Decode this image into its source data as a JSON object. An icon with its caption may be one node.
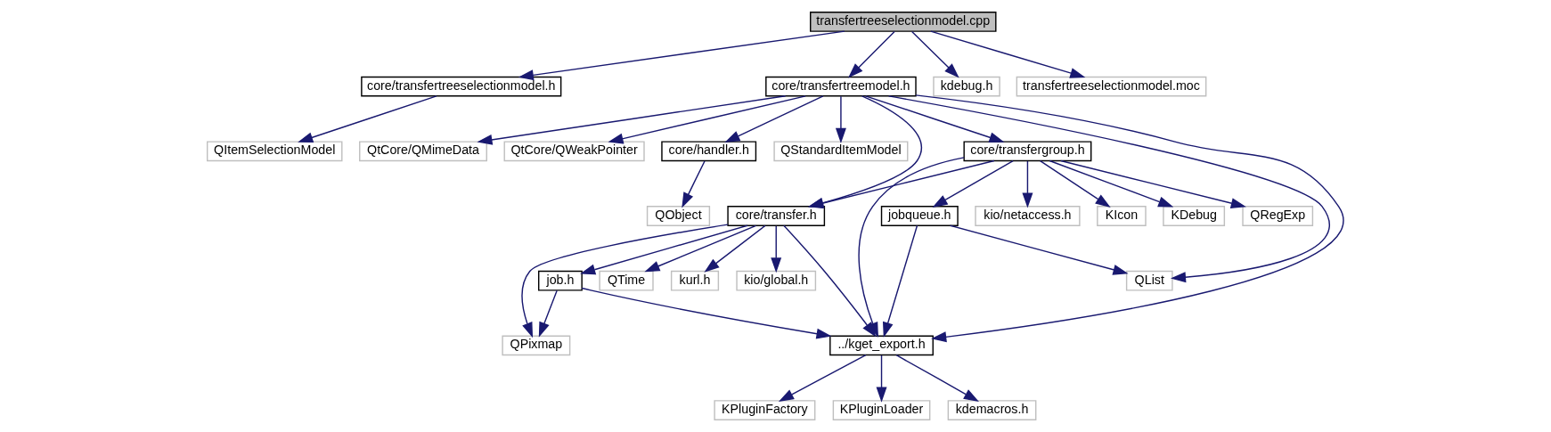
{
  "diagram": {
    "nodes": [
      {
        "text": [
          "transfertreeselectionmodel.cpp"
        ]
      },
      {
        "text": [
          "core/transfertreeselectionmodel.h"
        ]
      },
      {
        "text": [
          "core/transfertreemodel.h"
        ]
      },
      {
        "text": [
          "kdebug.h"
        ]
      },
      {
        "text": [
          "transfertreeselectionmodel.moc"
        ]
      },
      {
        "text": [
          "QItemSelectionModel"
        ]
      },
      {
        "text": [
          "core/transfergroup.h"
        ]
      },
      {
        "text": [
          "QtCore/QMimeData"
        ]
      },
      {
        "text": [
          "QtCore/QWeakPointer"
        ]
      },
      {
        "text": [
          "core/handler.h"
        ]
      },
      {
        "text": [
          "QStandardItemModel"
        ]
      },
      {
        "text": [
          "core/transfer.h"
        ]
      },
      {
        "text": [
          "jobqueue.h"
        ]
      },
      {
        "text": [
          "KIcon"
        ]
      },
      {
        "text": [
          "KDebug"
        ]
      },
      {
        "text": [
          "QRegExp"
        ]
      },
      {
        "text": [
          "kio/netaccess.h"
        ]
      },
      {
        "text": [
          "QObject"
        ]
      },
      {
        "text": [
          "job.h"
        ]
      },
      {
        "text": [
          "QTime"
        ]
      },
      {
        "text": [
          "kurl.h"
        ]
      },
      {
        "text": [
          "kio/global.h"
        ]
      },
      {
        "text": [
          "QList"
        ]
      },
      {
        "text": [
          "QPixmap"
        ]
      },
      {
        "text": [
          "../kget_export.h"
        ]
      },
      {
        "text": [
          "KPluginFactory"
        ]
      },
      {
        "text": [
          "KPluginLoader"
        ]
      },
      {
        "text": [
          "kdemacros.h"
        ]
      }
    ],
    "edges": [
      {
        "from": 0,
        "to": 1,
        "arrow": "to"
      },
      {
        "from": 0,
        "to": 2,
        "arrow": "to"
      },
      {
        "from": 0,
        "to": 3,
        "arrow": "to"
      },
      {
        "from": 0,
        "to": 4,
        "arrow": "to"
      },
      {
        "from": 1,
        "to": 5,
        "arrow": "to"
      },
      {
        "from": 2,
        "to": 11,
        "arrow": "to"
      },
      {
        "from": 2,
        "to": 6,
        "arrow": "to"
      },
      {
        "from": 2,
        "to": 22,
        "arrow": "to"
      },
      {
        "from": 2,
        "to": 24,
        "arrow": "to"
      },
      {
        "from": 2,
        "to": 7,
        "arrow": "to"
      },
      {
        "from": 2,
        "to": 8,
        "arrow": "to"
      },
      {
        "from": 2,
        "to": 9,
        "arrow": "to"
      },
      {
        "from": 2,
        "to": 10,
        "arrow": "to"
      },
      {
        "from": 6,
        "to": 11,
        "arrow": "to"
      },
      {
        "from": 6,
        "to": 24,
        "arrow": "to"
      },
      {
        "from": 6,
        "to": 12,
        "arrow": "to"
      },
      {
        "from": 6,
        "to": 13,
        "arrow": "to"
      },
      {
        "from": 6,
        "to": 14,
        "arrow": "to"
      },
      {
        "from": 6,
        "to": 15,
        "arrow": "to"
      },
      {
        "from": 6,
        "to": 16,
        "arrow": "to"
      },
      {
        "from": 9,
        "to": 17,
        "arrow": "to"
      },
      {
        "from": 11,
        "to": 23,
        "arrow": "to"
      },
      {
        "from": 11,
        "to": 18,
        "arrow": "to"
      },
      {
        "from": 11,
        "to": 19,
        "arrow": "to"
      },
      {
        "from": 11,
        "to": 20,
        "arrow": "to"
      },
      {
        "from": 11,
        "to": 21,
        "arrow": "to"
      },
      {
        "from": 11,
        "to": 24,
        "arrow": "to"
      },
      {
        "from": 12,
        "to": 24,
        "arrow": "to"
      },
      {
        "from": 12,
        "to": 22,
        "arrow": "to"
      },
      {
        "from": 18,
        "to": 23,
        "arrow": "to"
      },
      {
        "from": 18,
        "to": 24,
        "arrow": "to"
      },
      {
        "from": 24,
        "to": 25,
        "arrow": "to"
      },
      {
        "from": 24,
        "to": 26,
        "arrow": "to"
      },
      {
        "from": 24,
        "to": 27,
        "arrow": "to"
      }
    ]
  }
}
